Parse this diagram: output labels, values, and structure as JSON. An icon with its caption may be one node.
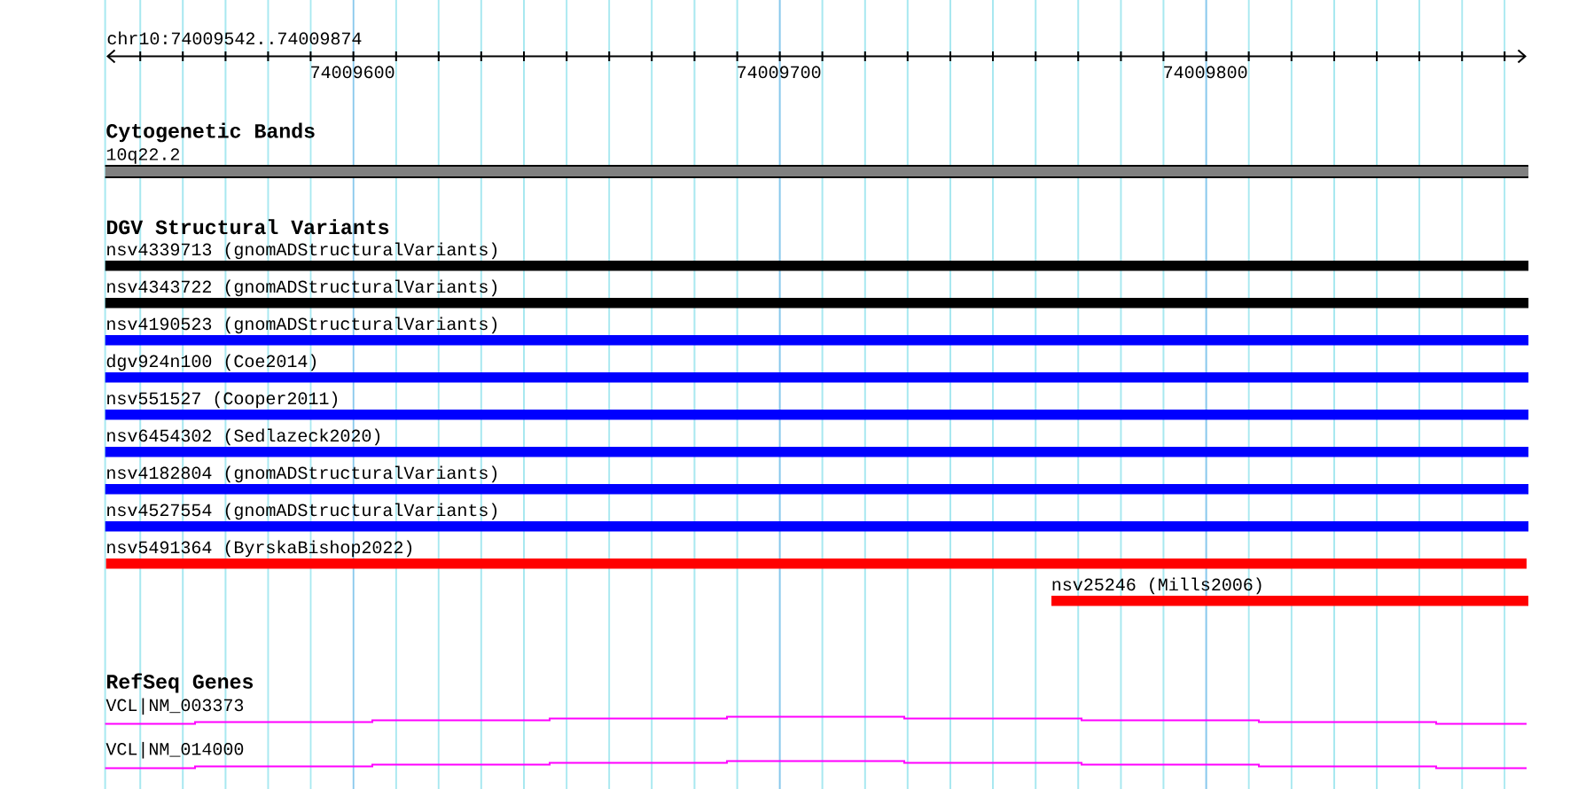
{
  "diagram": {
    "nodes": [
      {
        "text": [
          "10q22.2"
        ]
      },
      {
        "text": [
          "nsv4339713 (gnomADStructuralVariants)"
        ]
      },
      {
        "text": [
          "nsv4343722 (gnomADStructuralVariants)"
        ]
      },
      {
        "text": [
          "nsv4190523 (gnomADStructuralVariants)"
        ]
      },
      {
        "text": [
          "dgv924n100 (Coe2014)"
        ]
      },
      {
        "text": [
          "nsv551527 (Cooper2011)"
        ]
      },
      {
        "text": [
          "nsv6454302 (Sedlazeck2020)"
        ]
      },
      {
        "text": [
          "nsv4182804 (gnomADStructuralVariants)"
        ]
      },
      {
        "text": [
          "nsv4527554 (gnomADStructuralVariants)"
        ]
      },
      {
        "text": [
          "nsv5491364 (ByrskaBishop2022)"
        ]
      },
      {
        "text": [
          "nsv25246 (Mills2006)"
        ]
      },
      {
        "text": [
          "VCL|NM_003373"
        ]
      },
      {
        "text": [
          "VCL|NM_014000"
        ]
      }
    ],
    "labels": [
      "chr10:74009542..74009874",
      "74009600",
      "74009700",
      "74009800",
      "Cytogenetic Bands",
      "DGV Structural Variants",
      "RefSeq Genes"
    ]
  }
}
